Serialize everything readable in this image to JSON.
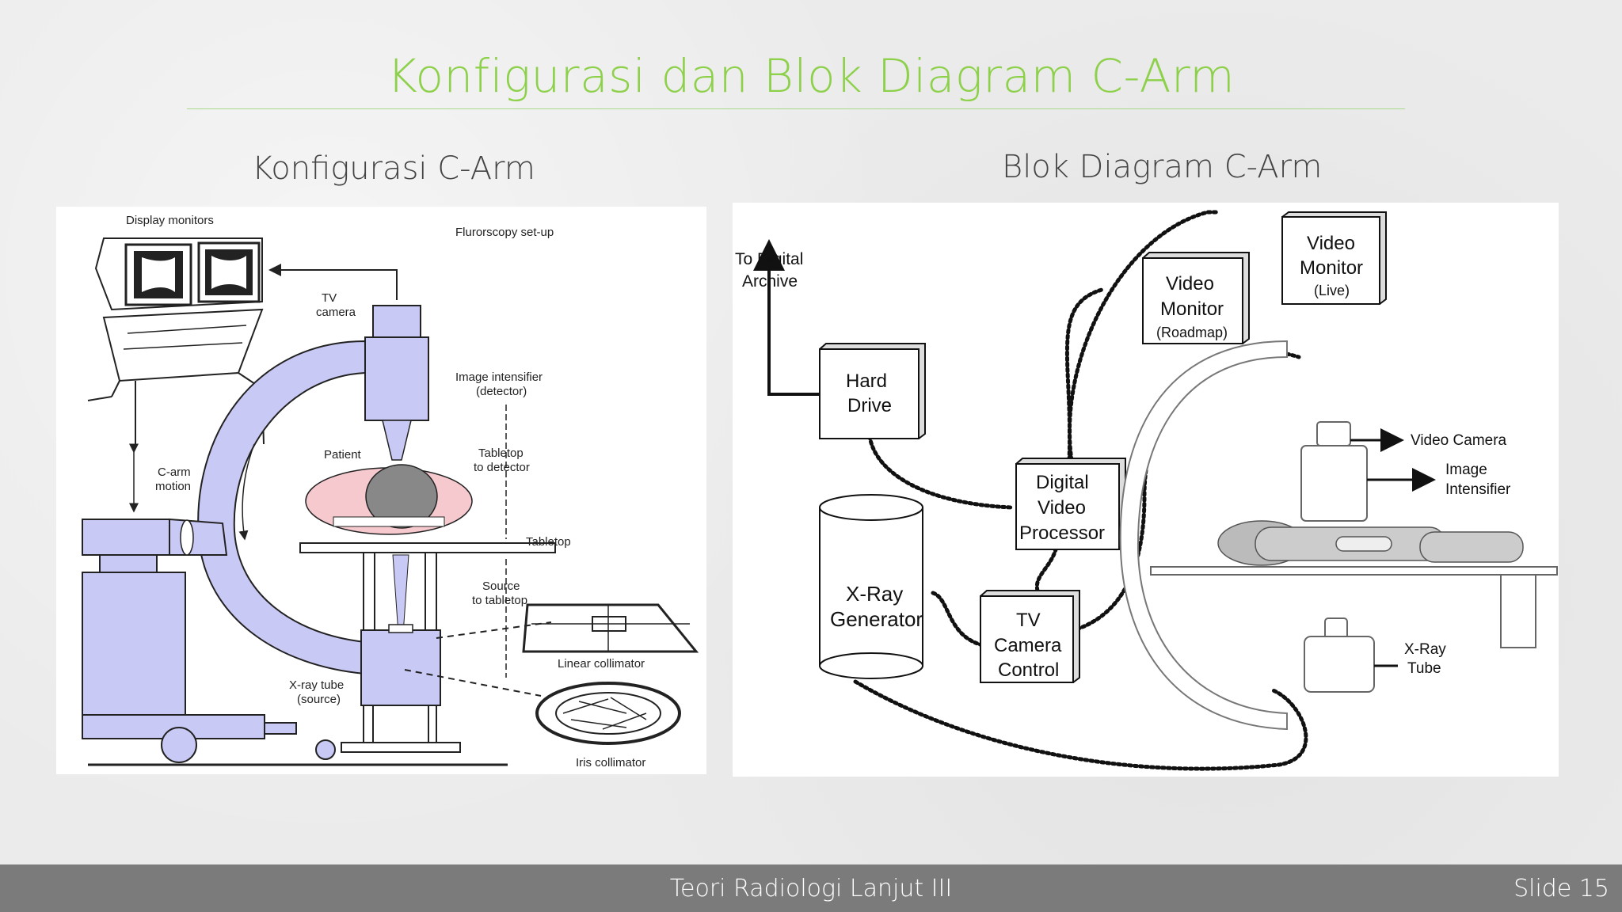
{
  "slide": {
    "title": "Konfigurasi dan Blok Diagram C-Arm",
    "left_heading": "Konfigurasi C-Arm",
    "right_heading": "Blok Diagram C-Arm",
    "footer_text": "Teori Radiologi Lanjut III",
    "slide_number": "Slide 15"
  },
  "config": {
    "display_monitors": "Display monitors",
    "setup": "Flurorscopy set-up",
    "tv_camera_1": "TV",
    "tv_camera_2": "camera",
    "image_intensifier_1": "Image intensifier",
    "image_intensifier_2": "(detector)",
    "patient": "Patient",
    "tabletop_detector_1": "Tabletop",
    "tabletop_detector_2": "to detector",
    "carm_motion_1": "C-arm",
    "carm_motion_2": "motion",
    "tabletop": "Tabletop",
    "source_tabletop_1": "Source",
    "source_tabletop_2": "to tabletop",
    "linear_collimator": "Linear collimator",
    "xray_tube_1": "X-ray tube",
    "xray_tube_2": "(source)",
    "iris_collimator": "Iris collimator",
    "accent": "#c9c9f5"
  },
  "block": {
    "to_digital_1": "To Digital",
    "to_digital_2": "Archive",
    "hard_drive_1": "Hard",
    "hard_drive_2": "Drive",
    "video_monitor_live_1": "Video",
    "video_monitor_live_2": "Monitor",
    "video_monitor_live_3": "(Live)",
    "video_monitor_road_1": "Video",
    "video_monitor_road_2": "Monitor",
    "video_monitor_road_3": "(Roadmap)",
    "dvp_1": "Digital",
    "dvp_2": "Video",
    "dvp_3": "Processor",
    "xray_gen_1": "X-Ray",
    "xray_gen_2": "Generator",
    "tvcc_1": "TV",
    "tvcc_2": "Camera",
    "tvcc_3": "Control",
    "video_camera": "Video Camera",
    "image_int_1": "Image",
    "image_int_2": "Intensifier",
    "xray_tube_1": "X-Ray",
    "xray_tube_2": "Tube"
  }
}
